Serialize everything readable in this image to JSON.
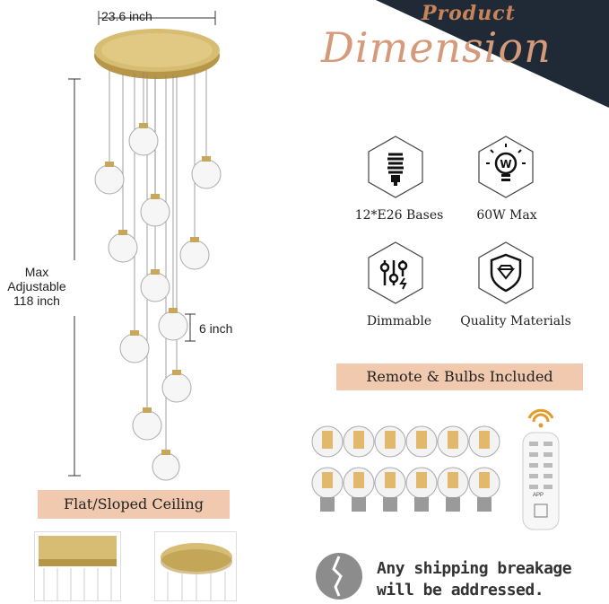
{
  "header": {
    "title_small": "Product",
    "title_big": "Dimension",
    "accent_color": "#d49a7a",
    "dark_color": "#1f2a36"
  },
  "dimensions": {
    "width": "23.6 inch",
    "height_line1": "Max",
    "height_line2": "Adjustable",
    "height_line3": "118 inch",
    "spacing": "6 inch"
  },
  "features": [
    {
      "icon": "bulb-base-icon",
      "label": "12*E26 Bases"
    },
    {
      "icon": "wattage-bulb-icon",
      "label": "60W Max"
    },
    {
      "icon": "dimmer-sliders-icon",
      "label": "Dimmable"
    },
    {
      "icon": "diamond-shield-icon",
      "label": "Quality Materials"
    }
  ],
  "remote_banner": "Remote & Bulbs Included",
  "ceiling_banner": "Flat/Sloped Ceiling",
  "notice": {
    "line1": "Any shipping breakage",
    "line2": "will be addressed."
  },
  "remote": {
    "app_label": "APP"
  }
}
